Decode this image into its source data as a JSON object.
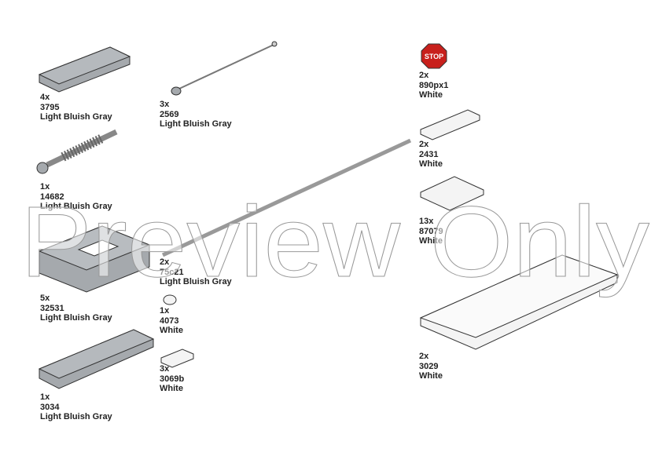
{
  "parts": [
    {
      "qty": "4x",
      "id": "3795",
      "color": "Light Bluish Gray"
    },
    {
      "qty": "3x",
      "id": "2569",
      "color": "Light Bluish Gray"
    },
    {
      "qty": "2x",
      "id": "890px1",
      "color": "White",
      "print": "STOP"
    },
    {
      "qty": "1x",
      "id": "14682",
      "color": "Light Bluish Gray"
    },
    {
      "qty": "2x",
      "id": "2431",
      "color": "White"
    },
    {
      "qty": "13x",
      "id": "87079",
      "color": "White"
    },
    {
      "qty": "5x",
      "id": "32531",
      "color": "Light Bluish Gray"
    },
    {
      "qty": "2x",
      "id": "75c21",
      "color": "Light Bluish Gray"
    },
    {
      "qty": "1x",
      "id": "4073",
      "color": "White"
    },
    {
      "qty": "3x",
      "id": "3069b",
      "color": "White"
    },
    {
      "qty": "2x",
      "id": "3029",
      "color": "White"
    },
    {
      "qty": "1x",
      "id": "3034",
      "color": "Light Bluish Gray"
    }
  ],
  "watermark": "Preview Only",
  "colors": {
    "gray": "#a5a9ad",
    "white": "#f4f4f4",
    "red": "#c8201c",
    "outline": "#333333"
  }
}
